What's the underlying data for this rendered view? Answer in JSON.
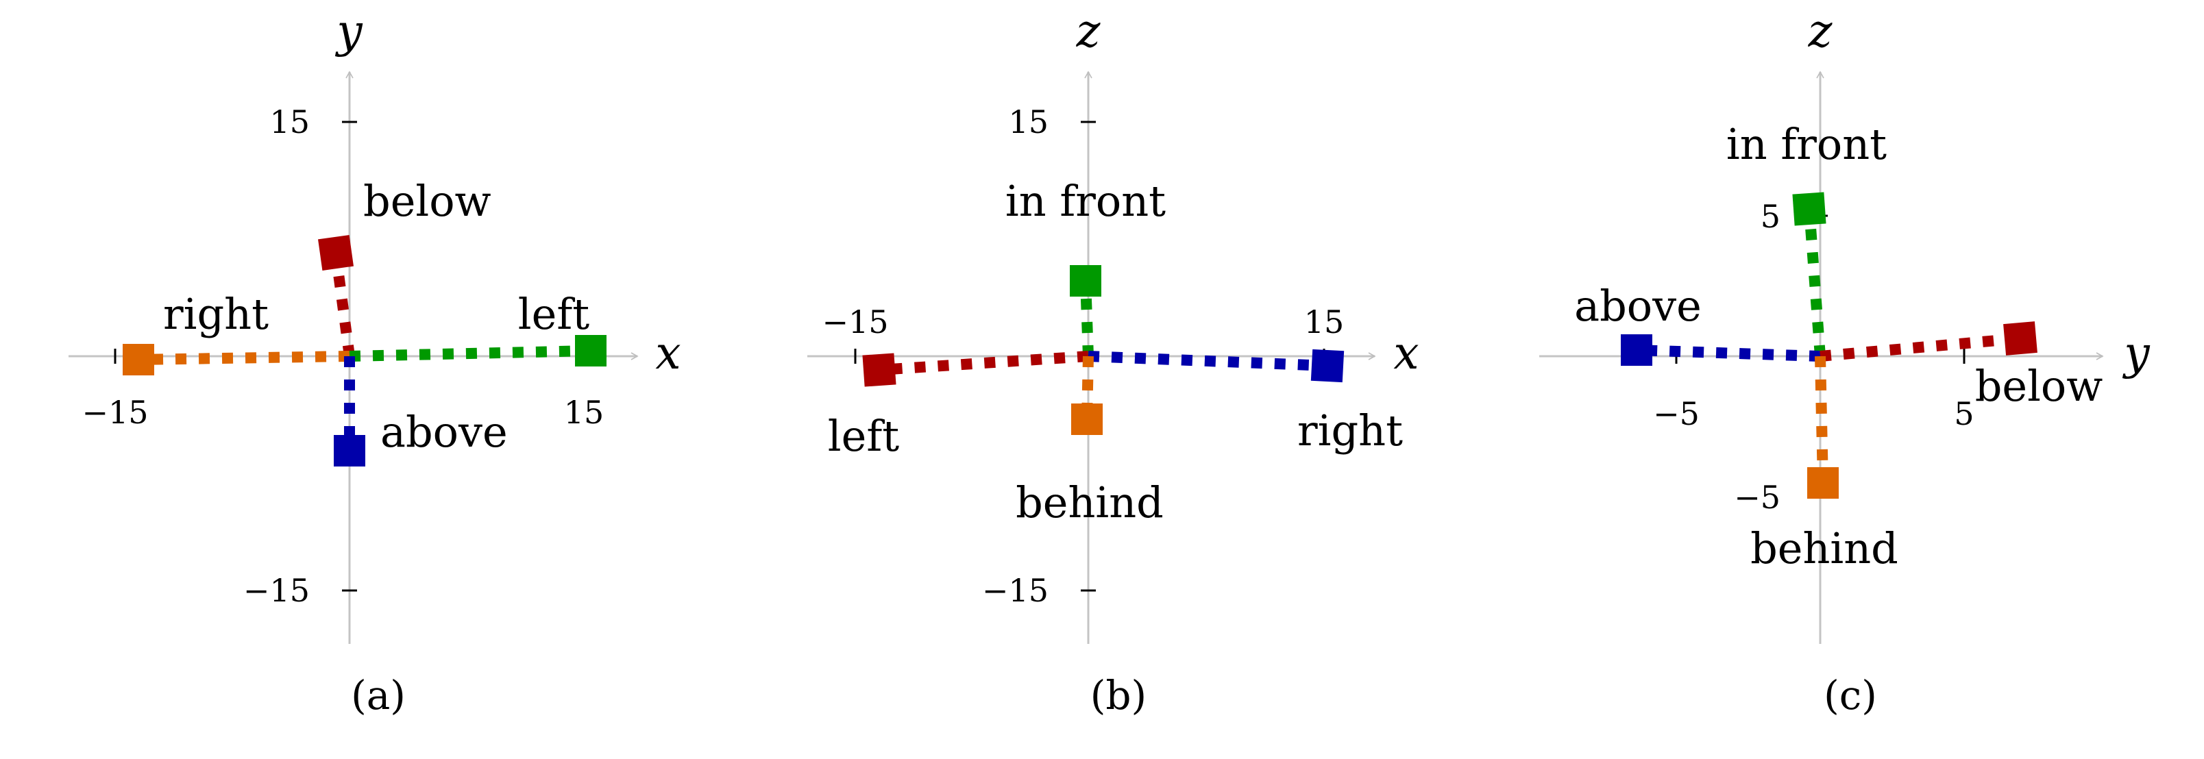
{
  "colors": {
    "axis": "#c4c4c4",
    "above": "#0000aa",
    "below": "#aa0000",
    "left": "#009900",
    "right": "#dd6600",
    "in_front": "#009900",
    "behind": "#dd6600"
  },
  "panels": [
    {
      "caption": "(a)",
      "h_axis": "x",
      "v_axis": "y",
      "h_ticks": [
        {
          "value": -15,
          "label": "−15"
        },
        {
          "value": 15,
          "label": "15"
        }
      ],
      "v_ticks": [
        {
          "value": 15,
          "label": "15"
        },
        {
          "value": -15,
          "label": "−15"
        }
      ],
      "points": [
        {
          "label": "below",
          "h": -1,
          "v": 6.5,
          "color": "#aa0000"
        },
        {
          "label": "right",
          "h": -14,
          "v": -0.1,
          "color": "#dd6600"
        },
        {
          "label": "left",
          "h": 15.2,
          "v": 0.3,
          "color": "#009900"
        },
        {
          "label": "above",
          "h": 0,
          "v": -6,
          "color": "#0000aa"
        }
      ]
    },
    {
      "caption": "(b)",
      "h_axis": "x",
      "v_axis": "z",
      "h_ticks": [
        {
          "value": -15,
          "label": "−15"
        },
        {
          "value": 15,
          "label": "15"
        }
      ],
      "v_ticks": [
        {
          "value": 15,
          "label": "15"
        },
        {
          "value": -15,
          "label": "−15"
        }
      ],
      "points": [
        {
          "label": "in front",
          "h": -0.3,
          "v": 4.5,
          "color": "#009900"
        },
        {
          "label": "left",
          "h": -13.4,
          "v": -0.8,
          "color": "#aa0000"
        },
        {
          "label": "right",
          "h": 15.2,
          "v": -0.6,
          "color": "#0000aa"
        },
        {
          "label": "behind",
          "h": -0.1,
          "v": -4,
          "color": "#dd6600"
        }
      ]
    },
    {
      "caption": "(c)",
      "h_axis": "y",
      "v_axis": "z",
      "h_ticks": [
        {
          "value": -5,
          "label": "−5"
        },
        {
          "value": 5,
          "label": "5"
        }
      ],
      "v_ticks": [
        {
          "value": 5,
          "label": "5"
        },
        {
          "value": -5,
          "label": "−5"
        }
      ],
      "points": [
        {
          "label": "in front",
          "h": -0.5,
          "v": 5.2,
          "color": "#009900"
        },
        {
          "label": "above",
          "h": -6.5,
          "v": 0.2,
          "color": "#0000aa"
        },
        {
          "label": "below",
          "h": 6.5,
          "v": 0.6,
          "color": "#aa0000"
        },
        {
          "label": "behind",
          "h": 0,
          "v": -4.5,
          "color": "#dd6600"
        }
      ]
    }
  ]
}
